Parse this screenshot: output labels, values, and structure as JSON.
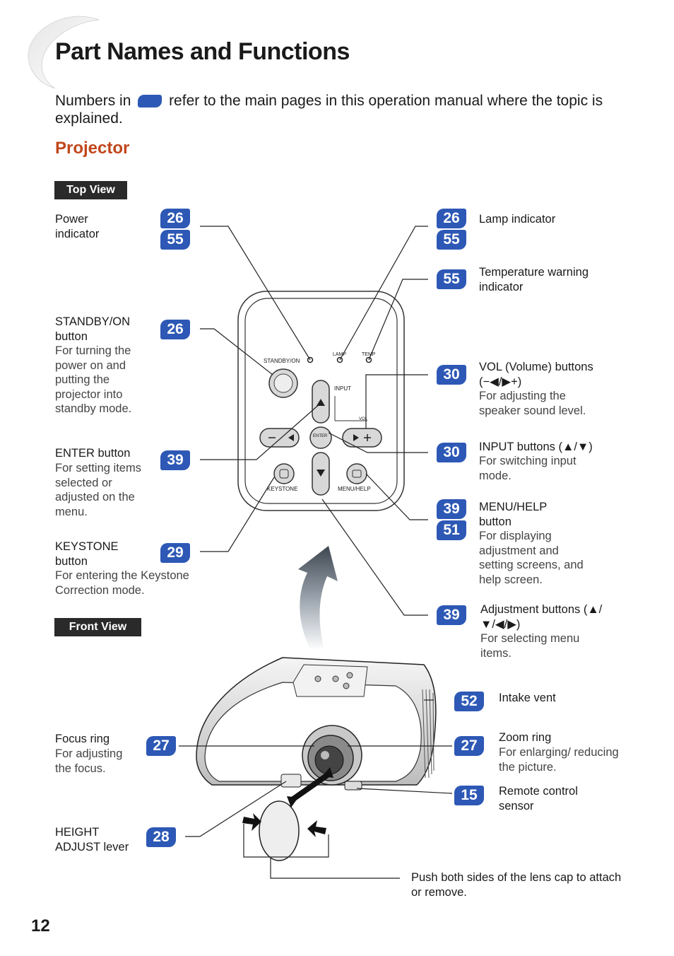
{
  "title": "Part Names and Functions",
  "intro": {
    "before": "Numbers in",
    "after": "refer to the main pages in this operation manual where the topic is explained."
  },
  "section": "Projector",
  "top_view_label": "Top View",
  "front_view_label": "Front View",
  "panel": {
    "standby": "STANDBY/ON",
    "lamp": "LAMP",
    "temp": "TEMP",
    "input": "INPUT",
    "vol": "VOL",
    "enter": "ENTER",
    "keystone": "KEYSTONE",
    "menu": "MENU/HELP"
  },
  "parts": {
    "power": {
      "pages": [
        "26",
        "55"
      ],
      "name": "Power indicator",
      "desc": ""
    },
    "lamp": {
      "pages": [
        "26",
        "55"
      ],
      "name": "Lamp indicator",
      "desc": ""
    },
    "temp": {
      "pages": [
        "55"
      ],
      "name": "Temperature warning indicator",
      "desc": ""
    },
    "standby": {
      "pages": [
        "26"
      ],
      "name": "STANDBY/ON button",
      "desc": "For turning the power on and putting the projector into standby mode."
    },
    "vol": {
      "pages": [
        "30"
      ],
      "name": "VOL (Volume) buttons (−◀/▶+)",
      "desc": "For adjusting the speaker sound level."
    },
    "enter": {
      "pages": [
        "39"
      ],
      "name": "ENTER button",
      "desc": "For setting items selected or adjusted on the menu."
    },
    "input": {
      "pages": [
        "30"
      ],
      "name": "INPUT buttons (▲/▼)",
      "desc": "For switching input mode."
    },
    "menu": {
      "pages": [
        "39",
        "51"
      ],
      "name": "MENU/HELP button",
      "desc": "For displaying adjustment and setting screens, and help screen."
    },
    "keystone": {
      "pages": [
        "29"
      ],
      "name": "KEYSTONE button",
      "desc": "For entering the Keystone Correction mode."
    },
    "adjust": {
      "pages": [
        "39"
      ],
      "name": "Adjustment buttons (▲/▼/◀/▶)",
      "desc": "For selecting menu items."
    },
    "intake": {
      "pages": [
        "52"
      ],
      "name": "Intake vent",
      "desc": ""
    },
    "focus": {
      "pages": [
        "27"
      ],
      "name": "Focus ring",
      "desc": "For adjusting the focus."
    },
    "zoom": {
      "pages": [
        "27"
      ],
      "name": "Zoom ring",
      "desc": "For enlarging/ reducing the picture."
    },
    "remote": {
      "pages": [
        "15"
      ],
      "name": "Remote control sensor",
      "desc": ""
    },
    "height": {
      "pages": [
        "28"
      ],
      "name": "HEIGHT ADJUST lever",
      "desc": ""
    }
  },
  "lens_cap_note": "Push both sides of the lens cap to attach or remove.",
  "page_number": "12",
  "colors": {
    "badge": "#2d58b5",
    "heading": "#c1471c",
    "tag": "#2a2a2a"
  }
}
